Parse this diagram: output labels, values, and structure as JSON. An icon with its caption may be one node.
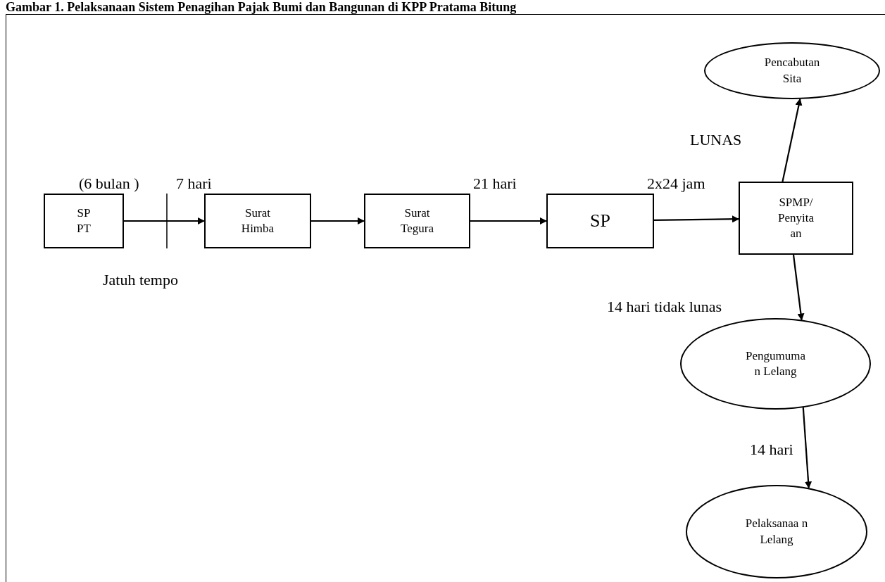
{
  "diagram": {
    "title": "Gambar 1. Pelaksanaan Sistem Penagihan Pajak Bumi dan Bangunan di KPP Pratama Bitung",
    "nodes": [
      {
        "text": [
          "SP PT"
        ]
      },
      {
        "text": [
          "Surat Himba"
        ]
      },
      {
        "text": [
          "Surat Tegura"
        ]
      },
      {
        "text": [
          "SP"
        ]
      },
      {
        "text": [
          "SPMP/ Penyita an"
        ]
      },
      {
        "text": [
          "Pencabutan Sita"
        ]
      },
      {
        "text": [
          "Pengumuma n Lelang"
        ]
      },
      {
        "text": [
          "Pelaksanaa n Lelang"
        ]
      }
    ],
    "edges": [
      {
        "from": 0,
        "to": 1,
        "arrow": "to",
        "label": "7 hari"
      },
      {
        "from": 1,
        "to": 2,
        "arrow": "to"
      },
      {
        "from": 2,
        "to": 3,
        "arrow": "to",
        "label": "21 hari"
      },
      {
        "from": 3,
        "to": 4,
        "arrow": "to",
        "label": "2x24 jam"
      },
      {
        "from": 4,
        "to": 5,
        "arrow": "to",
        "label": "LUNAS"
      },
      {
        "from": 4,
        "to": 6,
        "arrow": "to",
        "label": "14 hari tidak lunas"
      },
      {
        "from": 6,
        "to": 7,
        "arrow": "to",
        "label": "14 hari"
      }
    ],
    "labels": [
      "(6 bulan )",
      "Jatuh tempo"
    ]
  }
}
